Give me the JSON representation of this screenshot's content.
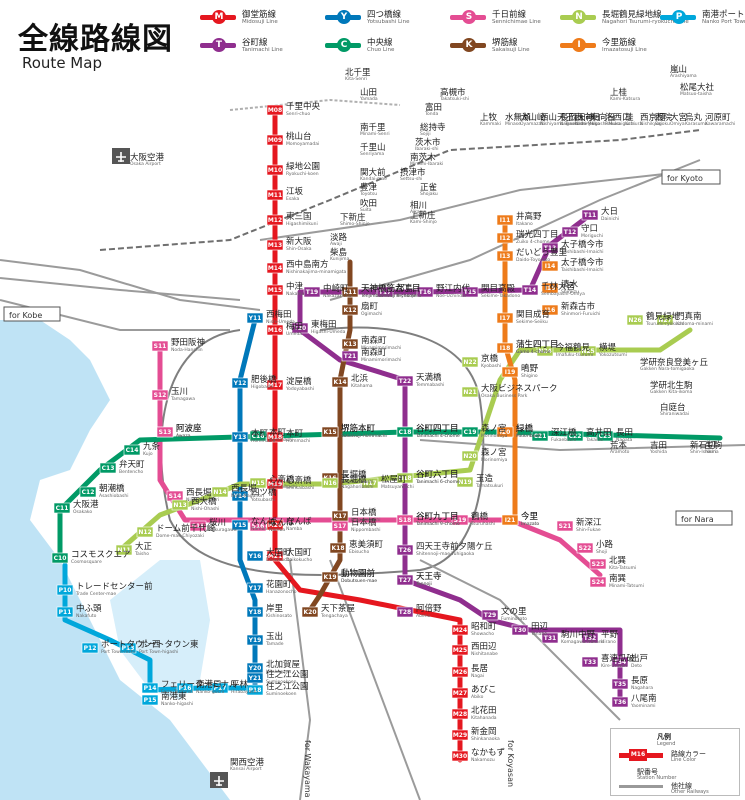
{
  "title": "全線路線図",
  "subtitle": "Route Map",
  "legend_lines": [
    {
      "letter": "M",
      "name": "御堂筋線",
      "en": "Midosuji Line",
      "color": "#e5171f"
    },
    {
      "letter": "Y",
      "name": "四つ橋線",
      "en": "Yotsubashi Line",
      "color": "#0078ba"
    },
    {
      "letter": "S",
      "name": "千日前線",
      "en": "Sennichimae Line",
      "color": "#e44d93"
    },
    {
      "letter": "N",
      "name": "長堀鶴見緑地線",
      "en": "Nagahori Tsurumi-ryokuchi Line",
      "color": "#a9cc51"
    },
    {
      "letter": "P",
      "name": "南港ポートタウン線",
      "en": "Nanko Port Town Line",
      "color": "#00a7db"
    },
    {
      "letter": "T",
      "name": "谷町線",
      "en": "Tanimachi Line",
      "color": "#8f2e8e"
    },
    {
      "letter": "C",
      "name": "中央線",
      "en": "Chuo Line",
      "color": "#019a66"
    },
    {
      "letter": "K",
      "name": "堺筋線",
      "en": "Sakaisuji Line",
      "color": "#814721"
    },
    {
      "letter": "I",
      "name": "今里筋線",
      "en": "Imazatosuji Line",
      "color": "#ee7b1a"
    }
  ],
  "directions": {
    "kyoto": "for Kyoto",
    "kobe": "for Kobe",
    "nara": "for Nara",
    "wakayama": "for Wakayama",
    "koyasan": "for Koyasan"
  },
  "stations": [
    {
      "name": "千里中央",
      "en": "Senri-chuo",
      "code": "M08"
    },
    {
      "name": "桃山台",
      "en": "Momoyamadai",
      "code": "M09"
    },
    {
      "name": "緑地公園",
      "en": "Ryokuchi-koen",
      "code": "M10"
    },
    {
      "name": "江坂",
      "en": "Esaka",
      "code": "M11"
    },
    {
      "name": "東三国",
      "en": "Higashimikuni",
      "code": "M12"
    },
    {
      "name": "新大阪",
      "en": "Shin-Osaka",
      "code": "M13"
    },
    {
      "name": "西中島南方",
      "en": "Nishinakajima-minamigata",
      "code": "M14"
    },
    {
      "name": "中津",
      "en": "Nakatsu",
      "code": "M15"
    },
    {
      "name": "梅田",
      "en": "Umeda",
      "code": "M16"
    },
    {
      "name": "淀屋橋",
      "en": "Yodoyabashi",
      "code": "M17"
    },
    {
      "name": "本町",
      "en": "Hommachi",
      "code": "M18"
    },
    {
      "name": "心斎橋",
      "en": "Shinsaibashi",
      "code": "M19"
    },
    {
      "name": "なんば",
      "en": "Namba",
      "code": "M20"
    },
    {
      "name": "大国町",
      "en": "Daikokucho",
      "code": "M21"
    },
    {
      "name": "動物園前",
      "en": "Dobutsuen-mae",
      "code": "M22"
    },
    {
      "name": "天王寺",
      "en": "Tennoji",
      "code": "M23"
    },
    {
      "name": "昭和町",
      "en": "Showacho",
      "code": "M24"
    },
    {
      "name": "西田辺",
      "en": "Nishitanabe",
      "code": "M25"
    },
    {
      "name": "長居",
      "en": "Nagai",
      "code": "M26"
    },
    {
      "name": "あびこ",
      "en": "Abiko",
      "code": "M27"
    },
    {
      "name": "北花田",
      "en": "Kitahanada",
      "code": "M28"
    },
    {
      "name": "新金岡",
      "en": "Shinkanaoka",
      "code": "M29"
    },
    {
      "name": "なかもず",
      "en": "Nakamozu",
      "code": "M30"
    },
    {
      "name": "大日",
      "en": "Dainichi",
      "code": "T11"
    },
    {
      "name": "守口",
      "en": "Moriguchi",
      "code": "T12"
    },
    {
      "name": "太子橋今市",
      "en": "Taishibashi-Imaichi",
      "code": "T13"
    },
    {
      "name": "千林大宮",
      "en": "Sembayashi-Omiya",
      "code": "T14"
    },
    {
      "name": "関目高殿",
      "en": "Sekime-Takadono",
      "code": "T15"
    },
    {
      "name": "野江内代",
      "en": "Noe-Uchindai",
      "code": "T16"
    },
    {
      "name": "都島",
      "en": "Miyakojima",
      "code": "T17"
    },
    {
      "name": "天神橋筋六丁目",
      "en": "Tenjimbashisuji 6-chome",
      "code": "T18"
    },
    {
      "name": "中崎町",
      "en": "Nakazakicho",
      "code": "T19"
    },
    {
      "name": "東梅田",
      "en": "Higashi-Umeda",
      "code": "T20"
    },
    {
      "name": "南森町",
      "en": "Minamimorimachi",
      "code": "T21"
    },
    {
      "name": "天満橋",
      "en": "Temmabashi",
      "code": "T22"
    },
    {
      "name": "谷町四丁目",
      "en": "Tanimachi 4-chome",
      "code": "T23"
    },
    {
      "name": "谷町六丁目",
      "en": "Tanimachi 6-chome",
      "code": "T24"
    },
    {
      "name": "谷町九丁目",
      "en": "Tanimachi 9-chome",
      "code": "T25"
    },
    {
      "name": "四天王寺前夕陽ケ丘",
      "en": "Shitennoji-mae Yuhigaoka",
      "code": "T26"
    },
    {
      "name": "天王寺",
      "en": "Tennoji",
      "code": "T27"
    },
    {
      "name": "阿倍野",
      "en": "Abeno",
      "code": "T28"
    },
    {
      "name": "文の里",
      "en": "Fuminosato",
      "code": "T29"
    },
    {
      "name": "田辺",
      "en": "Tanabe",
      "code": "T30"
    },
    {
      "name": "駒川中野",
      "en": "Komagawa-Nakano",
      "code": "T31"
    },
    {
      "name": "平野",
      "en": "Hirano",
      "code": "T32"
    },
    {
      "name": "喜連瓜破",
      "en": "Kire-Uriwari",
      "code": "T33"
    },
    {
      "name": "出戸",
      "en": "Deto",
      "code": "T34"
    },
    {
      "name": "長原",
      "en": "Nagahara",
      "code": "T35"
    },
    {
      "name": "八尾南",
      "en": "Yaominami",
      "code": "T36"
    },
    {
      "name": "西梅田",
      "en": "Nishi-Umeda",
      "code": "Y11"
    },
    {
      "name": "肥後橋",
      "en": "Higobashi",
      "code": "Y12"
    },
    {
      "name": "本町",
      "en": "Hommachi",
      "code": "Y13"
    },
    {
      "name": "四ツ橋",
      "en": "Yotsubashi",
      "code": "Y14"
    },
    {
      "name": "なんば",
      "en": "Namba",
      "code": "Y15"
    },
    {
      "name": "大国町",
      "en": "Daikokucho",
      "code": "Y16"
    },
    {
      "name": "花園町",
      "en": "Hanazonocho",
      "code": "Y17"
    },
    {
      "name": "岸里",
      "en": "Kishinosato",
      "code": "Y18"
    },
    {
      "name": "玉出",
      "en": "Tamade",
      "code": "Y19"
    },
    {
      "name": "北加賀屋",
      "en": "Kitakagaya",
      "code": "Y20"
    },
    {
      "name": "住之江公園",
      "en": "Suminoekoen",
      "code": "Y21"
    },
    {
      "name": "コスモスクエア",
      "en": "Cosmosquare",
      "code": "C10"
    },
    {
      "name": "大阪港",
      "en": "Osakako",
      "code": "C11"
    },
    {
      "name": "朝潮橋",
      "en": "Asashiobashi",
      "code": "C12"
    },
    {
      "name": "弁天町",
      "en": "Bentencho",
      "code": "C13"
    },
    {
      "name": "九条",
      "en": "Kujo",
      "code": "C14"
    },
    {
      "name": "阿波座",
      "en": "Awaza",
      "code": "C15"
    },
    {
      "name": "本町",
      "en": "Hommachi",
      "code": "C16"
    },
    {
      "name": "堺筋本町",
      "en": "Sakaisuji-Hommachi",
      "code": "C17"
    },
    {
      "name": "谷町四丁目",
      "en": "Tanimachi 4-chome",
      "code": "C18"
    },
    {
      "name": "森ノ宮",
      "en": "Morinomiya",
      "code": "C19"
    },
    {
      "name": "緑橋",
      "en": "Midoribashi",
      "code": "C20"
    },
    {
      "name": "深江橋",
      "en": "Fukaebashi",
      "code": "C21"
    },
    {
      "name": "高井田",
      "en": "Takaida",
      "code": "C22"
    },
    {
      "name": "長田",
      "en": "Nagata",
      "code": "C23"
    },
    {
      "name": "野田阪神",
      "en": "Noda-Hanshin",
      "code": "S11"
    },
    {
      "name": "玉川",
      "en": "Tamagawa",
      "code": "S12"
    },
    {
      "name": "阿波座",
      "en": "Awaza",
      "code": "S13"
    },
    {
      "name": "西長堀",
      "en": "Nishi-Nagahori",
      "code": "S14"
    },
    {
      "name": "桜川",
      "en": "Sakuragawa",
      "code": "S15"
    },
    {
      "name": "なんば",
      "en": "Namba",
      "code": "S16"
    },
    {
      "name": "日本橋",
      "en": "Nippombashi",
      "code": "S17"
    },
    {
      "name": "谷町九丁目",
      "en": "Tanimachi 9-chome",
      "code": "S18"
    },
    {
      "name": "鶴橋",
      "en": "Tsuruhashi",
      "code": "S19"
    },
    {
      "name": "今里",
      "en": "Imazato",
      "code": "S20"
    },
    {
      "name": "新深江",
      "en": "Shin-Fukae",
      "code": "S21"
    },
    {
      "name": "小路",
      "en": "Shoji",
      "code": "S22"
    },
    {
      "name": "北巽",
      "en": "Kita-Tatsumi",
      "code": "S23"
    },
    {
      "name": "南巽",
      "en": "Minami-Tatsumi",
      "code": "S24"
    },
    {
      "name": "天神橋筋六丁目",
      "en": "Tenjimbashisuji 6-chome",
      "code": "K11"
    },
    {
      "name": "扇町",
      "en": "Ogimachi",
      "code": "K12"
    },
    {
      "name": "南森町",
      "en": "Minamimorimachi",
      "code": "K13"
    },
    {
      "name": "北浜",
      "en": "Kitahama",
      "code": "K14"
    },
    {
      "name": "堺筋本町",
      "en": "Sakaisuji-Hommachi",
      "code": "K15"
    },
    {
      "name": "長堀橋",
      "en": "Nagahoribashi",
      "code": "K16"
    },
    {
      "name": "日本橋",
      "en": "Nippombashi",
      "code": "K17"
    },
    {
      "name": "恵美須町",
      "en": "Ebisucho",
      "code": "K18"
    },
    {
      "name": "動物園前",
      "en": "Dobutsuen-mae",
      "code": "K19"
    },
    {
      "name": "天下茶屋",
      "en": "Tengachaya",
      "code": "K20"
    },
    {
      "name": "大正",
      "en": "Taisho",
      "code": "N11"
    },
    {
      "name": "ドーム前千代崎",
      "en": "Dome-mae Chiyozaki",
      "code": "N12"
    },
    {
      "name": "西大橋",
      "en": "Nishi-Ohashi",
      "code": "N13"
    },
    {
      "name": "西長堀",
      "en": "Nishi-Nagahori",
      "code": "N14"
    },
    {
      "name": "心斎橋",
      "en": "Shinsaibashi",
      "code": "N15"
    },
    {
      "name": "長堀橋",
      "en": "Nagahoribashi",
      "code": "N16"
    },
    {
      "name": "松屋町",
      "en": "Matsuyamachi",
      "code": "N17"
    },
    {
      "name": "谷町六丁目",
      "en": "Tanimachi 6-chome",
      "code": "N18"
    },
    {
      "name": "玉造",
      "en": "Tamatsukuri",
      "code": "N19"
    },
    {
      "name": "森ノ宮",
      "en": "Morinomiya",
      "code": "N20"
    },
    {
      "name": "大阪ビジネスパーク",
      "en": "Osaka Business Park",
      "code": "N21"
    },
    {
      "name": "京橋",
      "en": "Kyobashi",
      "code": "N22"
    },
    {
      "name": "蒲生四丁目",
      "en": "Gamo 4-chome",
      "code": "N23"
    },
    {
      "name": "今福鶴見",
      "en": "Imafuku-tsurumi",
      "code": "N24"
    },
    {
      "name": "横堤",
      "en": "Yokozutsumi",
      "code": "N25"
    },
    {
      "name": "鶴見緑地",
      "en": "Tsurumi-ryokuchi",
      "code": "N26"
    },
    {
      "name": "門真南",
      "en": "Kadoma-minami",
      "code": "N27"
    },
    {
      "name": "井高野",
      "en": "Itakano",
      "code": "I11"
    },
    {
      "name": "瑞光四丁目",
      "en": "Zuiko 4-chome",
      "code": "I12"
    },
    {
      "name": "だいどう豊里",
      "en": "Daido-Toyosato",
      "code": "I13"
    },
    {
      "name": "太子橋今市",
      "en": "Taishibashi-Imaichi",
      "code": "I14"
    },
    {
      "name": "清水",
      "en": "Shimizu",
      "code": "I15"
    },
    {
      "name": "新森古市",
      "en": "Shinmori-Furuichi",
      "code": "I16"
    },
    {
      "name": "関目成育",
      "en": "Sekime-Seiiku",
      "code": "I17"
    },
    {
      "name": "蒲生四丁目",
      "en": "Gamo 4-chome",
      "code": "I18"
    },
    {
      "name": "鴫野",
      "en": "Shigino",
      "code": "I19"
    },
    {
      "name": "緑橋",
      "en": "Midoribashi",
      "code": "I20"
    },
    {
      "name": "今里",
      "en": "Imazato",
      "code": "I21"
    },
    {
      "name": "トレードセンター前",
      "en": "Trade Center-mae",
      "code": "P10"
    },
    {
      "name": "中ふ頭",
      "en": "Nakafuto",
      "code": "P11"
    },
    {
      "name": "ポートタウン西",
      "en": "Port Town-nishi",
      "code": "P12"
    },
    {
      "name": "ポートタウン東",
      "en": "Port Town-higashi",
      "code": "P13"
    },
    {
      "name": "フェリーターミナル",
      "en": "Ferry Terminal",
      "code": "P14"
    },
    {
      "name": "南港東",
      "en": "Nanko-higashi",
      "code": "P15"
    },
    {
      "name": "南港口",
      "en": "Nanko-guchi",
      "code": "P16"
    },
    {
      "name": "平林",
      "en": "Hirabayashi",
      "code": "P17"
    },
    {
      "name": "住之江公園",
      "en": "Suminoekoen",
      "code": "P18"
    }
  ],
  "other_labels": [
    {
      "text": "学研奈良登美ヶ丘",
      "en": "Gakken Nara-tomigaoka"
    },
    {
      "text": "新石切",
      "en": "Shin-Ishikiri"
    },
    {
      "text": "生駒",
      "en": "Ikoma"
    },
    {
      "text": "荒本",
      "en": "Aramoto"
    },
    {
      "text": "吉田",
      "en": "Yoshida"
    },
    {
      "text": "学研北生駒",
      "en": "Gakken Kita-ikoma"
    },
    {
      "text": "白庭台",
      "en": "Shiraniwadai"
    },
    {
      "text": "北千里",
      "en": "Kita-Senri"
    },
    {
      "text": "山田",
      "en": "Yamada"
    },
    {
      "text": "南千里",
      "en": "Minami-Senri"
    },
    {
      "text": "千里山",
      "en": "Senriyama"
    },
    {
      "text": "関大前",
      "en": "Kandai-mae"
    },
    {
      "text": "豊津",
      "en": "Toyotsu"
    },
    {
      "text": "吹田",
      "en": "Suita"
    },
    {
      "text": "下新庄",
      "en": "Shimo-Shinjo"
    },
    {
      "text": "淡路",
      "en": "Awaji"
    },
    {
      "text": "柴島",
      "en": "Kunijima"
    },
    {
      "text": "上新庄",
      "en": "Kami-Shinjo"
    },
    {
      "text": "相川",
      "en": "Aikawa"
    },
    {
      "text": "正雀",
      "en": "Shojaku"
    },
    {
      "text": "摂津市",
      "en": "Settsu-shi"
    },
    {
      "text": "南茨木",
      "en": "Minami-Ibaraki"
    },
    {
      "text": "茨木市",
      "en": "Ibaraki-shi"
    },
    {
      "text": "総持寺",
      "en": "Sojiji"
    },
    {
      "text": "富田",
      "en": "Tonda"
    },
    {
      "text": "高槻市",
      "en": "Takatsuki-shi"
    },
    {
      "text": "上牧",
      "en": "Kammaki"
    },
    {
      "text": "水無瀬",
      "en": "Minase"
    },
    {
      "text": "大山崎",
      "en": "Oyamazaki"
    },
    {
      "text": "西山天王山",
      "en": "Nishiyama-Tennozan"
    },
    {
      "text": "長岡天神",
      "en": "Nagaoka-tenjin"
    },
    {
      "text": "西向日",
      "en": "Nishi-Muko"
    },
    {
      "text": "東向日",
      "en": "Higashi-Muko"
    },
    {
      "text": "洛西口",
      "en": "Rakusaiguchi"
    },
    {
      "text": "桂",
      "en": "Katsura"
    },
    {
      "text": "西京極",
      "en": "Nishikyogoku"
    },
    {
      "text": "西院",
      "en": "Sai"
    },
    {
      "text": "大宮",
      "en": "Omiya"
    },
    {
      "text": "烏丸",
      "en": "Karasuma"
    },
    {
      "text": "河原町",
      "en": "Kawaramachi"
    },
    {
      "text": "上桂",
      "en": "Kami-Katsura"
    },
    {
      "text": "松尾大社",
      "en": "Matsuo-taisha"
    },
    {
      "text": "嵐山",
      "en": "Arashiyama"
    },
    {
      "text": "大阪空港",
      "en": "Osaka Airport"
    },
    {
      "text": "関西空港",
      "en": "Kansai Airport"
    }
  ],
  "legend_box": {
    "title": "凡例",
    "title_en": "Legend",
    "line_color": "路線カラー",
    "line_color_en": "Line Color",
    "station_number": "駅番号",
    "station_number_en": "Station Number",
    "other_railways": "他社線",
    "other_railways_en": "Other Railways",
    "sample_code": "M16"
  }
}
